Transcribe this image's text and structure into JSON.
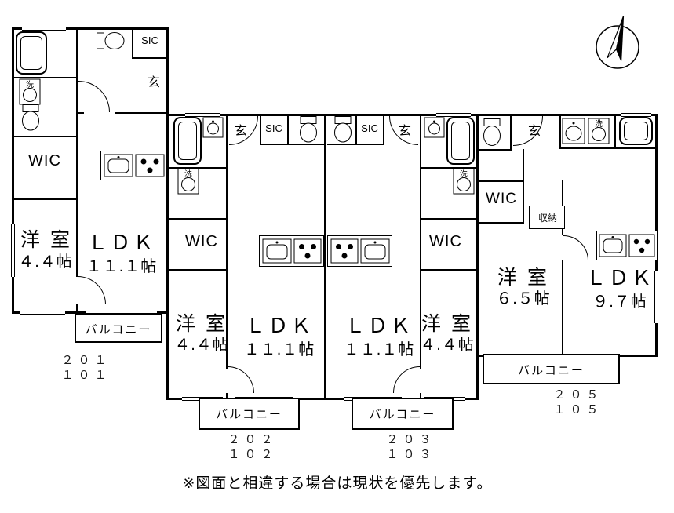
{
  "note": "※図面と相違する場合は現状を優先します。",
  "labels": {
    "wic": "WIC",
    "sic": "SIC",
    "genkan": "玄",
    "wash": "洗",
    "balcony": "バルコニー",
    "storage": "収納"
  },
  "units": {
    "u201": {
      "num_upper": "２０１",
      "num_lower": "１０１",
      "bed_name": "洋 室",
      "bed_size": "４.４帖",
      "ldk_name": "ＬＤＫ",
      "ldk_size": "１１.１帖"
    },
    "u202": {
      "num_upper": "２０２",
      "num_lower": "１０２",
      "bed_name": "洋 室",
      "bed_size": "４.４帖",
      "ldk_name": "ＬＤＫ",
      "ldk_size": "１１.１帖"
    },
    "u203": {
      "num_upper": "２０３",
      "num_lower": "１０３",
      "bed_name": "洋 室",
      "bed_size": "４.４帖",
      "ldk_name": "ＬＤＫ",
      "ldk_size": "１１.１帖"
    },
    "u205": {
      "num_upper": "２０５",
      "num_lower": "１０５",
      "bed_name": "洋 室",
      "bed_size": "６.５帖",
      "ldk_name": "ＬＤＫ",
      "ldk_size": "９.７帖"
    }
  }
}
